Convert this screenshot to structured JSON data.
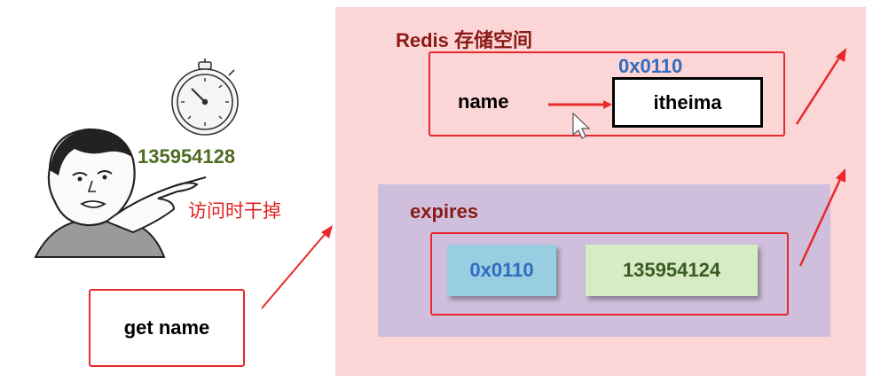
{
  "redis": {
    "title": "Redis 存储空间",
    "address": "0x0110",
    "key": "name",
    "value": "itheima"
  },
  "expires": {
    "title": "expires",
    "address": "0x0110",
    "timestamp": "135954124"
  },
  "clock": {
    "current_time": "135954128"
  },
  "action": {
    "label": "访问时干掉",
    "command": "get name"
  },
  "colors": {
    "panel_pink": "#fcd5d6",
    "panel_purple": "#cfbfdc",
    "border_red": "#e8282b",
    "title_darkred": "#8b1a17",
    "address_blue": "#2f6cc0",
    "addr_cell_blue": "#99cde1",
    "ts_cell_green": "#d7ebc4"
  }
}
